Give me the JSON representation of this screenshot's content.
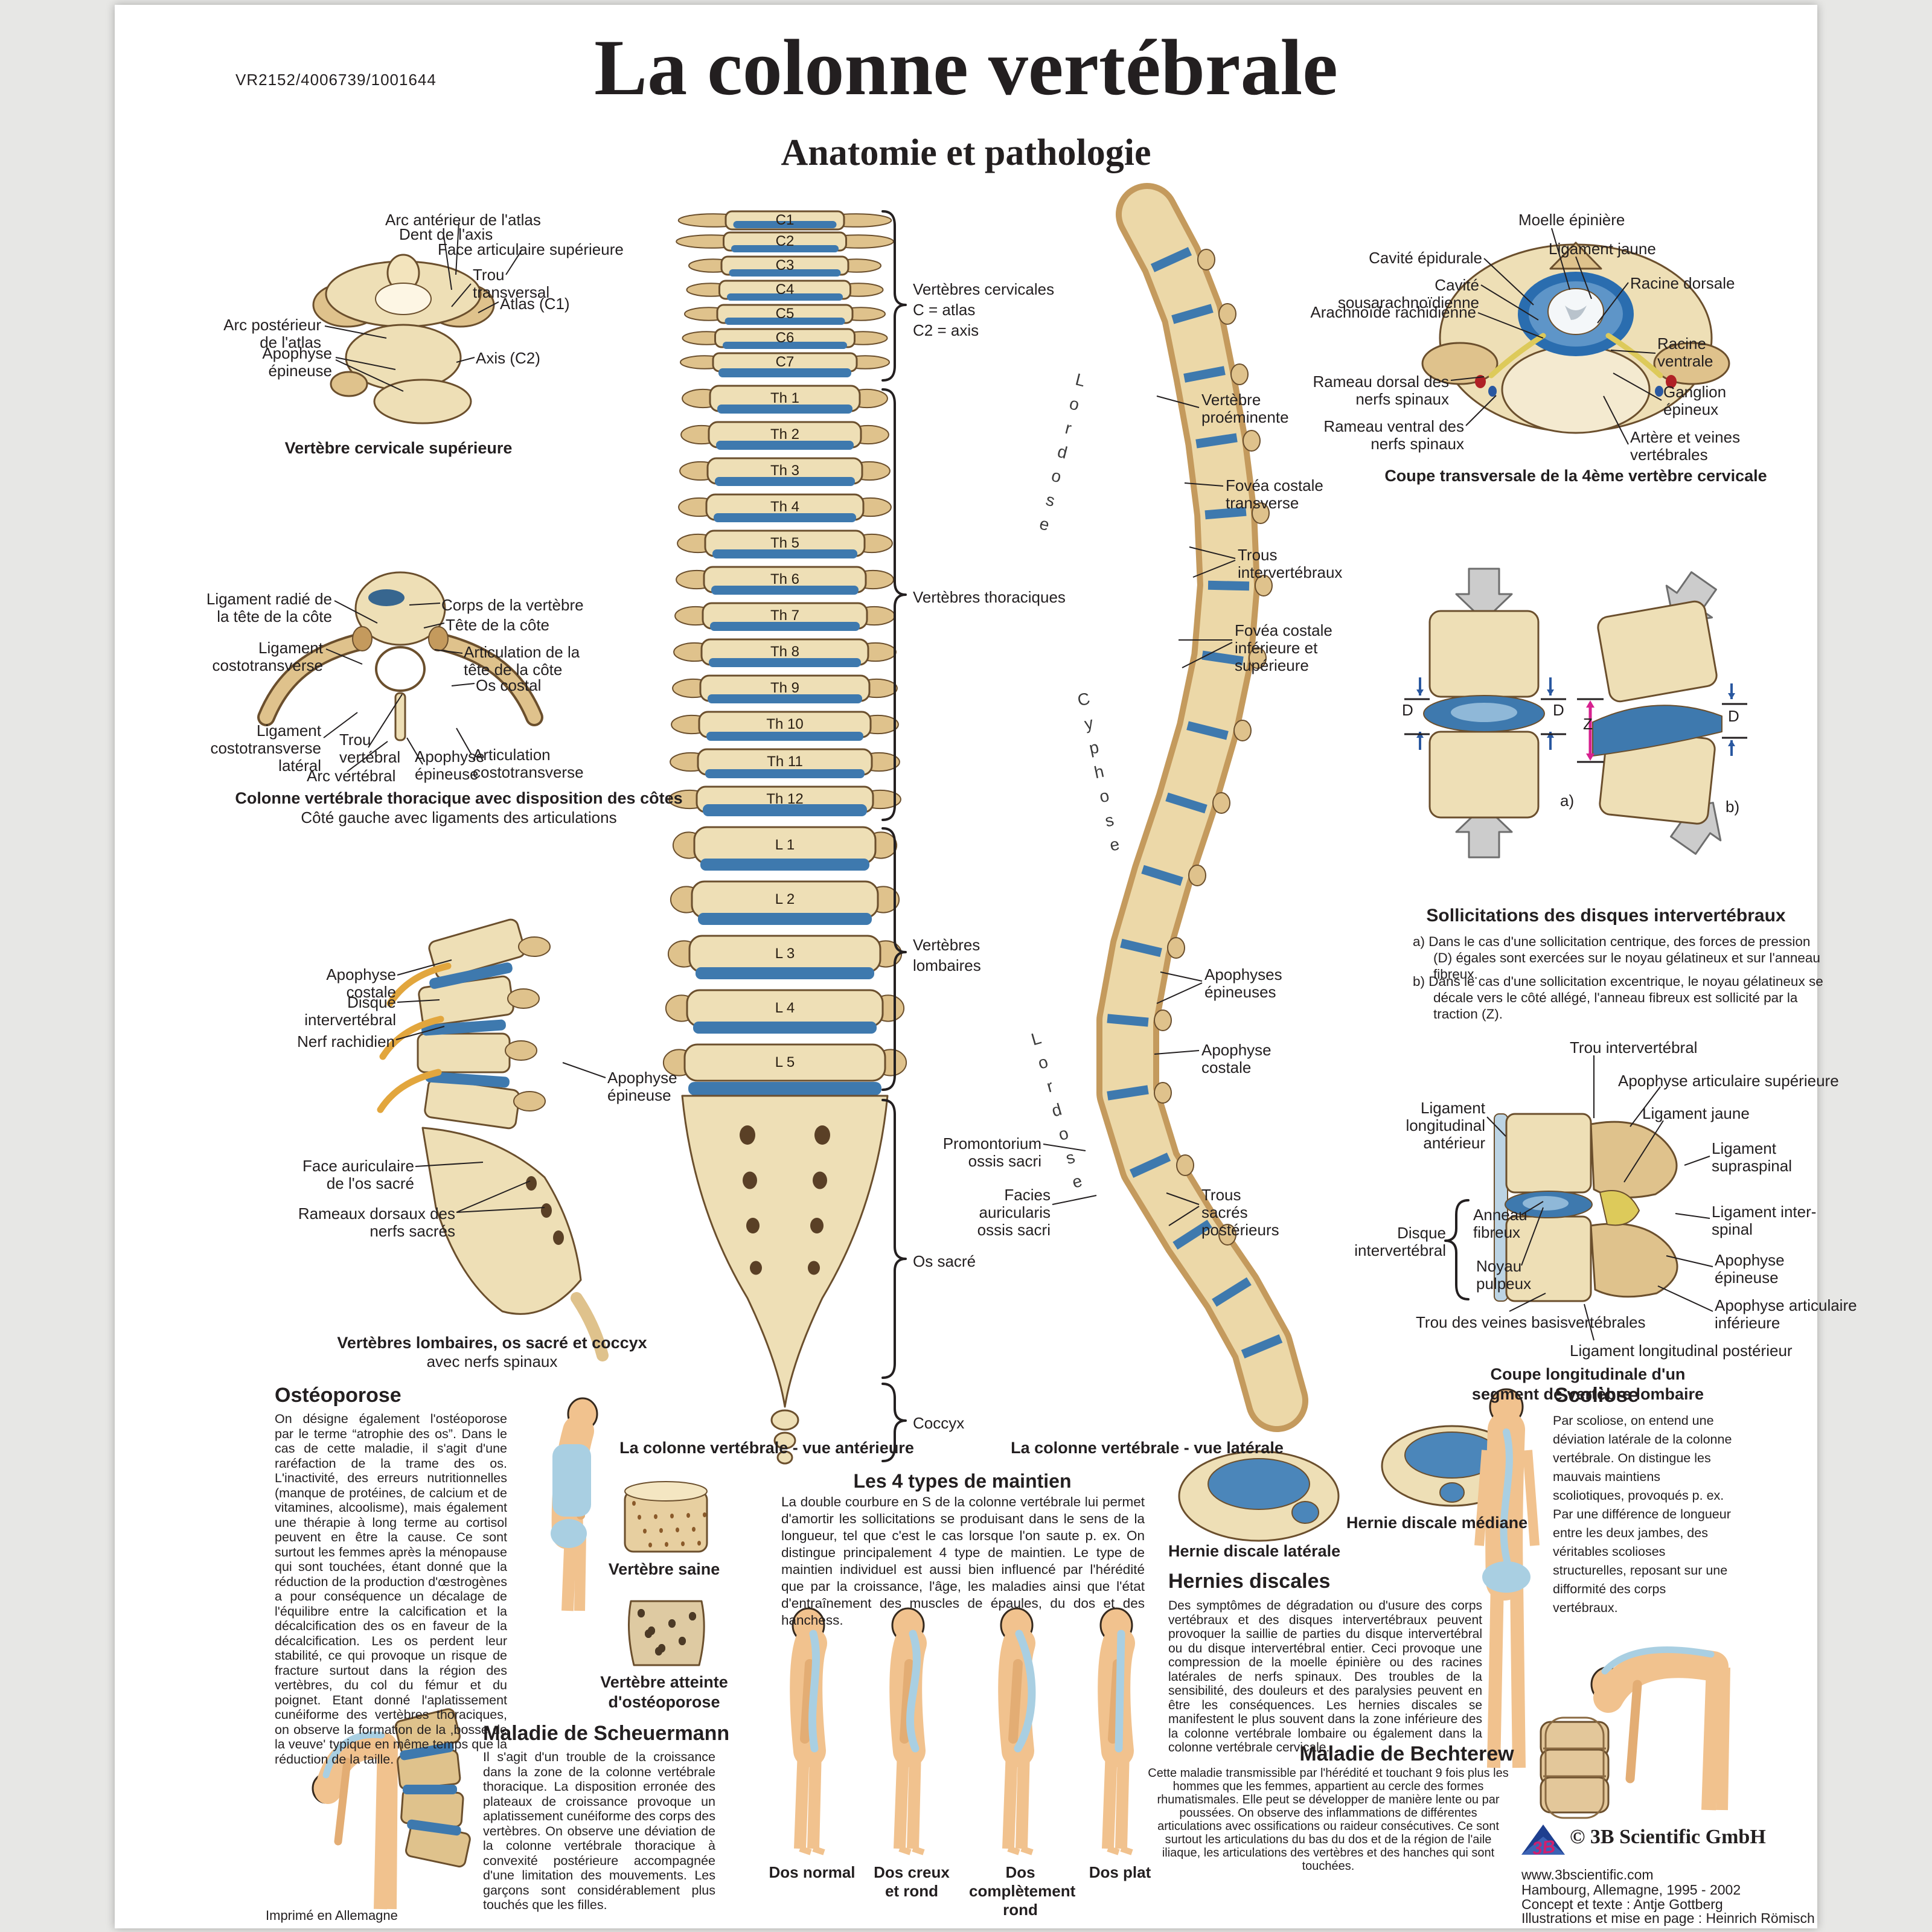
{
  "page": {
    "code": "VR2152/4006739/1001644",
    "title": "La colonne vertébrale",
    "subtitle": "Anatomie et pathologie",
    "printed_note": "Imprimé en Allemagne"
  },
  "colors": {
    "bone_light": "#eedfb6",
    "bone_mid": "#dfc28c",
    "bone_deep": "#c49a5d",
    "outline": "#6b4f2d",
    "disc_blue": "#3e79ae",
    "skin": "#f1c28e",
    "skeleton_blue": "#a9cfe2",
    "arrow_gray": "#cccccc",
    "accent_magenta": "#d6218f",
    "text": "#231f20"
  },
  "fig_cervical": {
    "caption": "Vertèbre cervicale supérieure",
    "labels": {
      "arc_ant": "Arc antérieur de l'atlas",
      "dent": "Dent de l'axis",
      "face_art": "Face articulaire supérieure",
      "trou_trans": "Trou\ntransversal",
      "atlas": "Atlas (C1)",
      "arc_post": "Arc postérieur\nde l'atlas",
      "apophyse": "Apophyse\népineuse",
      "axis": "Axis (C2)"
    }
  },
  "fig_thoracic": {
    "caption": "Colonne vertébrale thoracique avec disposition des côtes",
    "subcaption": "Côté gauche avec ligaments des articulations",
    "labels": {
      "lig_radie": "Ligament radié de\nla tête de la côte",
      "corps": "Corps de la vertèbre",
      "tete_cote": "Tête de la côte",
      "artic_tete": "Articulation de la\ntête de la côte",
      "lig_costo": "Ligament\ncostotransverse",
      "os_costal": "Os costal",
      "lig_costo_lat": "Ligament\ncostotransverse\nlatéral",
      "trou_vert": "Trou\nvertébral",
      "apophyse_ep": "Apophyse\népineuse",
      "artic_costo": "Articulation\ncostotransverse",
      "arc_vert": "Arc vertébral"
    }
  },
  "fig_lumbar": {
    "caption": "Vertèbres lombaires, os sacré et coccyx",
    "subcaption": "avec nerfs spinaux",
    "labels": {
      "apo_costale": "Apophyse\ncostale",
      "disque": "Disque\nintervertébral",
      "nerf": "Nerf rachidien",
      "apo_epineuse": "Apophyse\népineuse",
      "face_auric": "Face auriculaire\nde l'os sacré",
      "rameaux": "Rameaux dorsaux des\nnerfs sacrés"
    }
  },
  "anterior": {
    "vertebrae": [
      "C1",
      "C2",
      "C3",
      "C4",
      "C5",
      "C6",
      "C7",
      "Th 1",
      "Th 2",
      "Th 3",
      "Th 4",
      "Th 5",
      "Th 6",
      "Th 7",
      "Th 8",
      "Th 9",
      "Th 10",
      "Th 11",
      "Th 12",
      "L 1",
      "L 2",
      "L 3",
      "L 4",
      "L 5"
    ],
    "groups": {
      "cervical": "Vertèbres cervicales\nC = atlas\nC2 = axis",
      "thoracic": "Vertèbres thoraciques",
      "lumbar": "Vertèbres\nlombaires",
      "sacrum": "Os sacré",
      "coccyx": "Coccyx"
    },
    "caption": "La colonne vertébrale - vue antérieure"
  },
  "lateral": {
    "curves": [
      "Lordose",
      "Cyphose",
      "Lordose"
    ],
    "labels": {
      "vert_pro": "Vertèbre\nproéminente",
      "fovea_trans": "Fovéa costale\ntransverse",
      "trous_iv": "Trous\nintervertébraux",
      "fovea_inf": "Fovéa costale\ninférieure et\nsupérieure",
      "apo_eps": "Apophyses\népineuses",
      "apo_cost": "Apophyse\ncostale",
      "promontorium": "Promontorium\nossis sacri",
      "facies": "Facies\nauricularis\nossis sacri",
      "trous_sacres": "Trous\nsacrés\npostérieurs"
    },
    "caption": "La colonne vertébrale - vue latérale"
  },
  "cross_section": {
    "caption": "Coupe transversale de la 4ème vertèbre cervicale",
    "labels": {
      "moelle": "Moelle épinière",
      "lig_jaune": "Ligament jaune",
      "cav_epi": "Cavité épidurale",
      "cav_sous": "Cavité sousarachnoïdienne",
      "arachnoide": "Arachnoïde rachidienne",
      "rac_dorsale": "Racine dorsale",
      "rac_ventrale": "Racine\nventrale",
      "ganglion": "Ganglion\népineux",
      "artere": "Artère et veines\nvertébrales",
      "rameau_dorsal": "Rameau dorsal des\nnerfs spinaux",
      "rameau_ventral": "Rameau ventral des\nnerfs spinaux"
    }
  },
  "disc_loads": {
    "heading": "Sollicitations des disques intervertébraux",
    "item_a": "a) Dans le cas d'une sollicitation centrique, des forces de pression (D) égales sont exercées sur le noyau gélatineux et sur l'anneau fibreux.",
    "item_b": "b) Dans le cas d'une sollicitation excentrique, le noyau gélatineux se décale vers le côté allégé, l'anneau fibreux est sollicité par la traction (Z).",
    "markers": {
      "d1": "D",
      "d2": "D",
      "d3": "D",
      "z": "Z",
      "a": "a)",
      "b": "b)"
    }
  },
  "lumbar_segment": {
    "caption": "Coupe longitudinale d'un\nsegment de vertèbre lombaire",
    "labels": {
      "trou_iv": "Trou intervertébral",
      "apo_art_sup": "Apophyse articulaire supérieure",
      "lig_jaune": "Ligament jaune",
      "lig_long_ant": "Ligament\nlongitudinal\nantérieur",
      "lig_supra": "Ligament\nsupraspinal",
      "disque_iv": "Disque\nintervertébral",
      "anneau": "Anneau\nfibreux",
      "noyau": "Noyau\npulpeux",
      "lig_inter": "Ligament inter-\nspinal",
      "apo_ep": "Apophyse\népineuse",
      "apo_art_inf": "Apophyse articulaire\ninférieure",
      "trou_veines": "Trou des veines basisvertébrales",
      "lig_long_post": "Ligament longitudinal postérieur"
    }
  },
  "vertebra_states": {
    "healthy": "Vertèbre saine",
    "osteo": "Vertèbre atteinte\nd'ostéoporose"
  },
  "sections": {
    "osteoporose": {
      "heading": "Ostéoporose",
      "body": "On désigne également l'ostéoporose par le terme “atrophie des os”. Dans le cas de cette maladie, il s'agit d'une raréfaction de la trame des os. L'inactivité, des erreurs nutritionnelles (manque de protéines, de calcium et de vitamines, alcoolisme), mais également une thérapie à long terme au cortisol peuvent en être la cause. Ce sont surtout les femmes après la ménopause qui sont touchées, étant donné que la réduction de la production d'œstrogènes a pour conséquence un décalage de l'équilibre entre la calcification et la décalcification des os en faveur de la décalcification. Les os perdent leur stabilité, ce qui provoque un risque de fracture surtout dans la région des vertèbres, du col du fémur et du poignet. Etant donné l'aplatissement cunéiforme des vertèbres thoraciques, on observe la formation de la ,bosse de la veuve' typique en même temps que la réduction de la taille."
    },
    "scheuermann": {
      "heading": "Maladie de Scheuermann",
      "body": "Il s'agit d'un trouble de la croissance dans la zone de la colonne vertébrale thoracique. La disposition erronée des plateaux de croissance provoque un aplatissement cunéiforme des corps des vertèbres. On observe une déviation de la colonne vertébrale thoracique à convexité postérieure accompagnée d'une limitation des mouvements. Les garçons sont considérablement plus touchés que les filles."
    },
    "maintien": {
      "heading": "Les 4 types de maintien",
      "body": "La double courbure en S de la colonne vertébrale lui permet d'amortir les sollicitations se produisant dans le sens de la longueur, tel que c'est le cas lorsque l'on saute p. ex. On distingue principalement 4 type de maintien. Le type de maintien individuel est aussi bien influencé par l'hérédité que par la croissance, l'âge, les maladies ainsi que l'état d'entraînement des muscles de épaules, du dos et des hanchess.",
      "captions": [
        "Dos normal",
        "Dos creux\net rond",
        "Dos\ncomplètement\nrond",
        "Dos plat"
      ]
    },
    "hernies": {
      "heading": "Hernies discales",
      "caption_lateral": "Hernie discale latérale",
      "caption_median": "Hernie discale médiane",
      "body": "Des symptômes de dégradation ou d'usure des corps vertébraux et des disques intervertébraux peuvent provoquer la saillie de parties du disque intervertébral ou du disque intervertébral entier. Ceci provoque une compression de la moelle épinière ou des racines latérales de nerfs spinaux. Des troubles de la sensibilité, des douleurs et des paralysies peuvent en être les conséquences. Les hernies discales se manifestent le plus souvent dans la zone inférieure des la colonne vertébrale lombaire ou également dans la colonne vertébrale cervicale."
    },
    "bechterew": {
      "heading": "Maladie de Bechterew",
      "body": "Cette maladie transmissible par l'hérédité et touchant 9 fois plus les hommes que les femmes, appartient au cercle des formes rhumatismales. Elle peut se développer de manière lente ou par poussées. On observe des inflammations de différentes articulations avec ossifications ou raideur consécutives. Ce sont surtout les articulations du bas du dos et de la région de l'aile iliaque, les articulations des vertèbres et des hanches qui sont touchées."
    },
    "scoliose": {
      "heading": "Scoliose",
      "body": "Par scoliose, on entend une déviation latérale de la colonne vertébrale. On distingue les mauvais maintiens scoliotiques, provoqués p. ex. Par une différence de longueur entre les deux jambes, des véritables scolioses structurelles, reposant sur une difformité des corps vertébraux."
    }
  },
  "credits": {
    "logo_text": "3B",
    "copyright": "© 3B Scientific GmbH",
    "website": "www.3bscientific.com",
    "line1": "Hambourg, Allemagne,  1995 - 2002",
    "line2": "Concept et texte : Antje Gottberg",
    "line3": "Illustrations et mise en page : Heinrich Römisch"
  }
}
